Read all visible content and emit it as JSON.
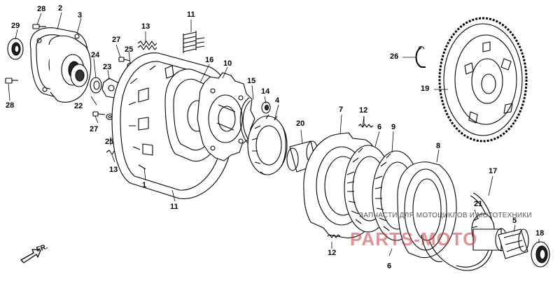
{
  "parts": {
    "p1": "1",
    "p2": "2",
    "p3": "3",
    "p4": "4",
    "p5": "5",
    "p6a": "6",
    "p6b": "6",
    "p7": "7",
    "p8": "8",
    "p9": "9",
    "p10": "10",
    "p11a": "11",
    "p11b": "11",
    "p12a": "12",
    "p12b": "12",
    "p13a": "13",
    "p13b": "13",
    "p14": "14",
    "p15": "15",
    "p16": "16",
    "p17": "17",
    "p18": "18",
    "p19": "19",
    "p20": "20",
    "p21": "21",
    "p22": "22",
    "p23": "23",
    "p24": "24",
    "p25a": "25",
    "p25b": "25",
    "p26": "26",
    "p27a": "27",
    "p27b": "27",
    "p28a": "28",
    "p28b": "28",
    "p29": "29"
  },
  "direction_label": "FR.",
  "watermark": {
    "text": "ЗАПЧАСТИ ДЛЯ МОТОЦИКЛОВ И МОТОТЕХНИКИ",
    "logo": "PARTS-MOTO"
  }
}
